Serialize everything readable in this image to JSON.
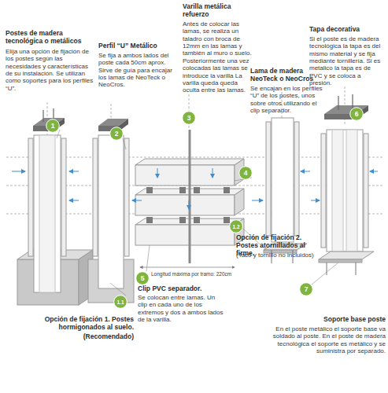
{
  "diagram": {
    "nodes": [
      {
        "text": [
          "1"
        ]
      },
      {
        "text": [
          "2"
        ]
      },
      {
        "text": [
          "3"
        ]
      },
      {
        "text": [
          "4"
        ]
      },
      {
        "text": [
          "6"
        ]
      },
      {
        "text": [
          "1.2"
        ]
      },
      {
        "text": [
          "5"
        ]
      },
      {
        "text": [
          "7"
        ]
      },
      {
        "text": [
          "1.1"
        ]
      }
    ],
    "labels": [
      "Postes de madera tecnológica o metálicos",
      "Elija una opción de fijación de los postes según las necesidades y características de su instalación. Se utilizan como soportes para los perfiles “U”.",
      "Perfil “U” Metálico",
      "Se fija a ambos lados del poste cada 50cm aprox. Sirve de guía para encajar los lamas de NeoTeck o NeoCros.",
      "Varilla metálica refuerzo",
      "Antes de colocar las lamas, se realiza un taladro con broca de 12mm en las lamas y también al muro o suelo. Posteriormente una vez colocadas las lamas se introduce la varilla La varilla queda queda oculta entre las lamas.",
      "Lama de madera NeoTeck o NeoCros",
      "Se encajan en los perfiles “U” de los postes, unos sobre otros utilizando el clip separador.",
      "Tapa decorativa",
      "Si el poste es de madera tecnológica la tapa es del mismo material y se fija mediante tornillería. Si es metalico la tapa es de PVC y se coloca a presión.",
      "Longitud máxima por tramo: 220cm",
      "Clip PVC separador.",
      "Se colocan entre lamas. Un clip en cada uno de los extremos y dos a ambos lados de la varilla.",
      "Opción de fijación 2. Postes atornillados al firme.",
      "(Taco y tornillo no incluidos)",
      "Opción de fijación 1. Postes hormigonados al suelo.",
      "(Recomendado)",
      "Soporte base poste",
      "En el poste metálico el soporte base va soldado al poste. En el poste de madera tecnológica el soporte es metálico y se suministra por separado."
    ]
  }
}
